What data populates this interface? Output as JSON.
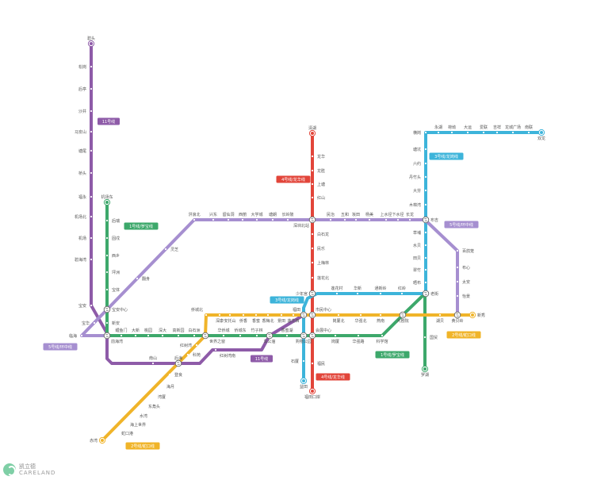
{
  "lines": [
    {
      "name": "11号线",
      "color": "#8e5ba8",
      "stations": [
        "碧头",
        "松岗",
        "后亭",
        "沙井",
        "马安山",
        "塘尾",
        "桥头",
        "福永",
        "机场北",
        "机场",
        "碧海湾",
        "宝安",
        "南山",
        "红树湾南"
      ]
    },
    {
      "name": "1号线/罗宝线",
      "color": "#3da86b",
      "stations": [
        "机场东",
        "后瑞",
        "固戍",
        "西乡",
        "坪洲",
        "宝体",
        "新安",
        "鲤鱼门",
        "大新",
        "桃园",
        "深大",
        "高新园",
        "白石洲",
        "华侨城",
        "侨城东",
        "竹子林",
        "香蜜湖",
        "岗厦",
        "华强路",
        "科学馆",
        "国贸",
        "罗湖"
      ]
    },
    {
      "name": "4号线/龙华线",
      "color": "#e2453a",
      "stations": [
        "清湖",
        "龙华",
        "龙胜",
        "上塘",
        "红山",
        "白石龙",
        "民乐",
        "上梅林",
        "莲花北",
        "福民",
        "福田口岸"
      ]
    },
    {
      "name": "3号线/龙岗线",
      "color": "#3db4da",
      "stations": [
        "双龙",
        "南联",
        "龙城广场",
        "吉祥",
        "爱联",
        "大运",
        "荷坳",
        "永湖",
        "横岗",
        "塘坑",
        "六约",
        "丹竹头",
        "大芬",
        "木棉湾",
        "草埔",
        "水贝",
        "田贝",
        "翠竹",
        "晒布",
        "红岭",
        "通新岭",
        "华新",
        "莲花村",
        "石厦",
        "益田"
      ]
    },
    {
      "name": "5号线/环中线",
      "color": "#a68fd0",
      "stations": [
        "临海",
        "宝华",
        "翻身",
        "灵芝",
        "洪浪北",
        "兴东",
        "留仙洞",
        "西丽",
        "大学城",
        "塘朗",
        "长岭陂",
        "民治",
        "五和",
        "坂田",
        "杨美",
        "上水径",
        "下水径",
        "长龙",
        "百鸽笼",
        "布心",
        "太安",
        "怡景"
      ]
    },
    {
      "name": "2号线/蛇口线",
      "color": "#f0b429",
      "stations": [
        "赤湾",
        "蛇口港",
        "海上世界",
        "水湾",
        "东角头",
        "湾厦",
        "海月",
        "登良",
        "科苑",
        "红树湾",
        "侨城北",
        "深康",
        "安托山",
        "侨香",
        "香蜜",
        "香梅北",
        "景田",
        "莲花西",
        "岗厦北",
        "华强北",
        "燕南",
        "湖贝",
        "新秀"
      ]
    }
  ],
  "interchanges": [
    "前海湾",
    "宝安中心",
    "深圳北站",
    "布吉",
    "老街",
    "少年宫",
    "福田",
    "市民中心",
    "会展中心",
    "购物公园",
    "车公庙",
    "世界之窗",
    "后海",
    "大剧院",
    "黄贝岭"
  ],
  "logo": {
    "name_cn": "凯立德",
    "name_en": "CARELAND"
  }
}
